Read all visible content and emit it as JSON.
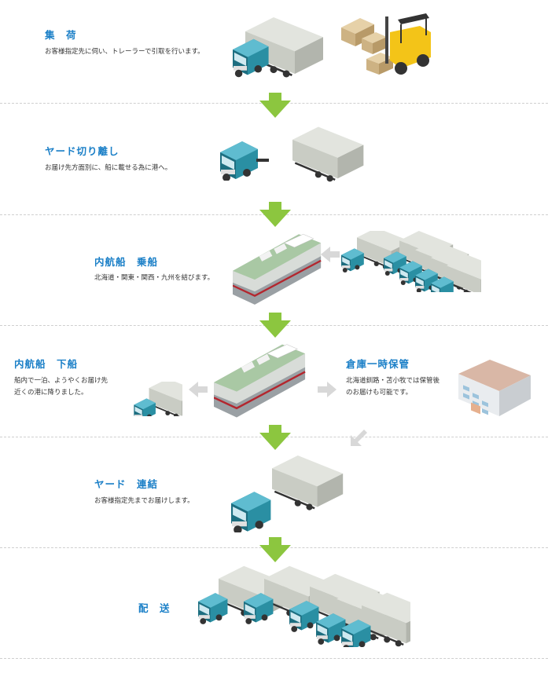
{
  "steps": [
    {
      "title": "集　荷",
      "desc": "お客様指定先に伺い、トレーラーで引取を行います。"
    },
    {
      "title": "ヤード切り離し",
      "desc": "お届け先方面別に、船に載せる為に港へ。"
    },
    {
      "title": "内航船　乗船",
      "desc": "北海道・関東・関西・九州を結びます。"
    },
    {
      "title": "内航船　下船",
      "desc1": "船内で一泊、ようやくお届け先",
      "desc2": "近くの港に降りました。"
    },
    {
      "title": "倉庫一時保管",
      "desc1": "北海道釧路・苫小牧では保管後",
      "desc2": "のお届けも可能です。"
    },
    {
      "title": "ヤード　連結",
      "desc": "お客様指定先までお届けします。"
    },
    {
      "title": "配　送"
    }
  ],
  "colors": {
    "title": "#1a7fc7",
    "arrow_green": "#8cc63f",
    "truck_teal": "#2a8fa3",
    "container": "#c9ccc4"
  }
}
